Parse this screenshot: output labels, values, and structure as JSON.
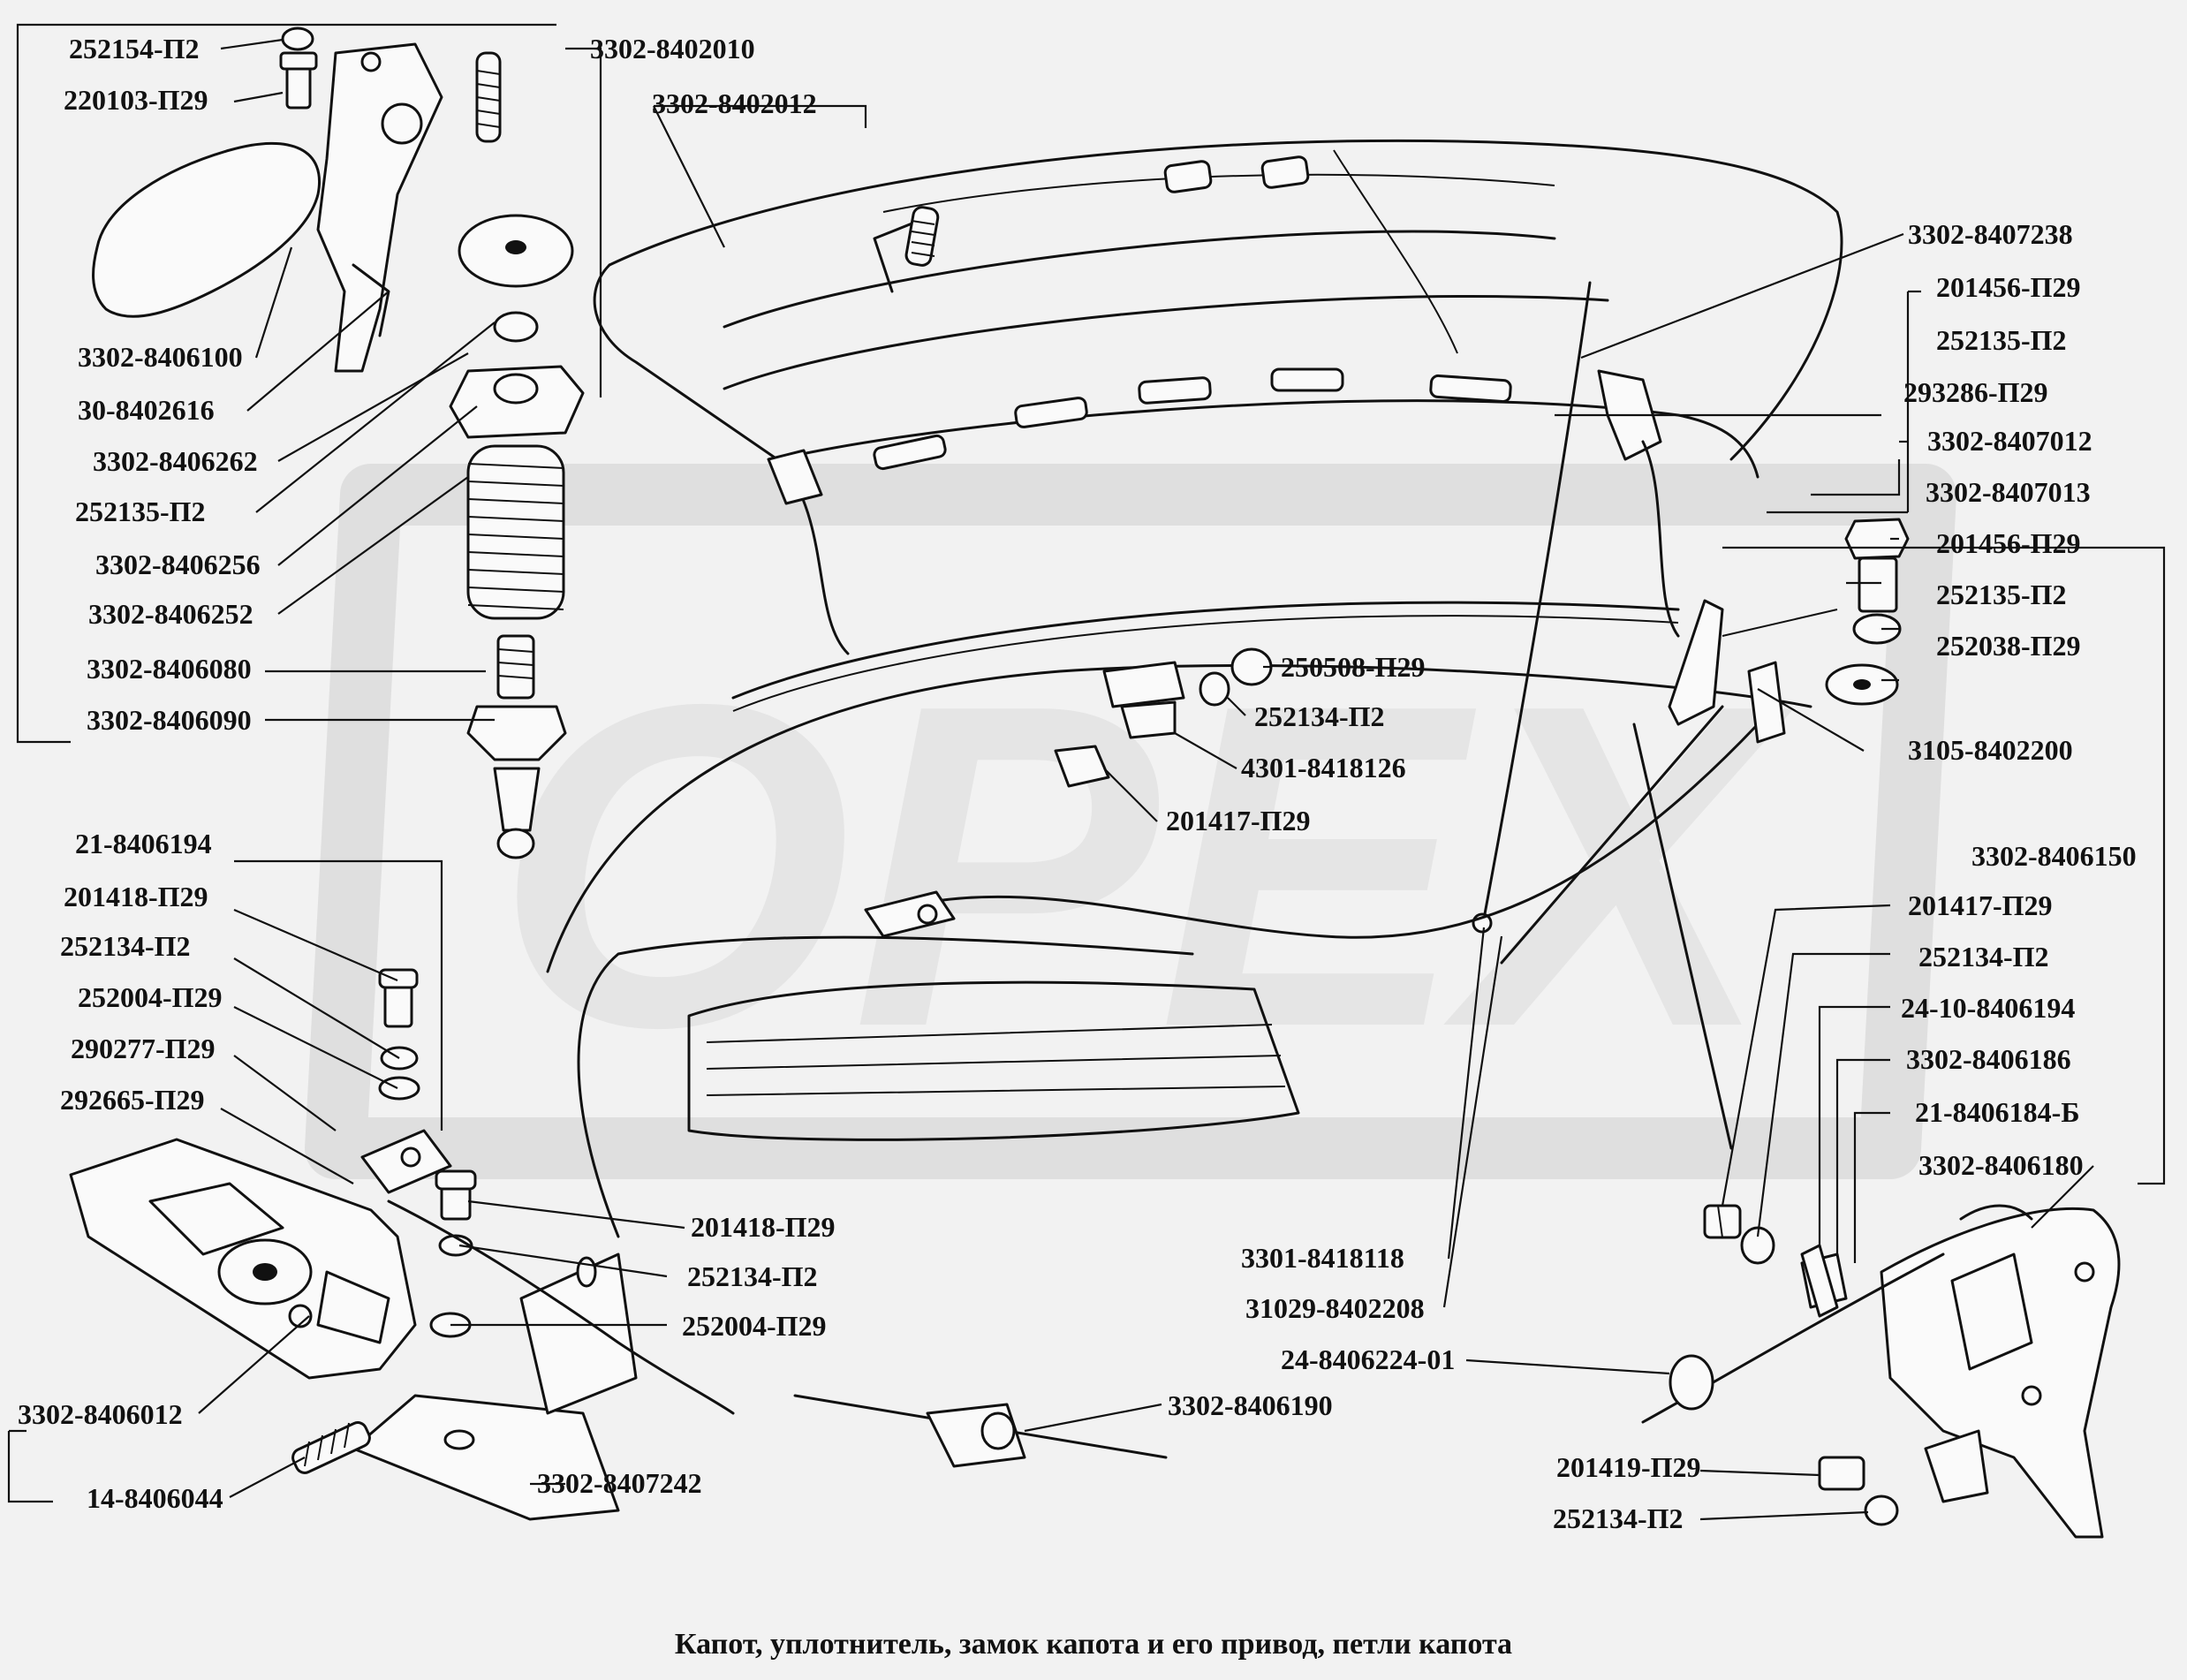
{
  "caption": "Капот, уплотнитель, замок капота и его  привод, петли капота",
  "watermark": "OPEX",
  "colors": {
    "background": "#f2f2f2",
    "ink": "#111111",
    "watermark": "#d4d4d4"
  },
  "labels": {
    "l01": "252154-П2",
    "l02": "220103-П29",
    "l03": "3302-8402010",
    "l04": "3302-8402012",
    "l05": "3302-8406100",
    "l06": "30-8402616",
    "l07": "3302-8406262",
    "l08": "252135-П2",
    "l09": "3302-8406256",
    "l10": "3302-8406252",
    "l11": "3302-8406080",
    "l12": "3302-8406090",
    "l13": "3302-8407238",
    "l14": "201456-П29",
    "l15": "252135-П2",
    "l16": "293286-П29",
    "l17": "3302-8407012",
    "l18": "3302-8407013",
    "l19": "201456-П29",
    "l20": "252135-П2",
    "l21": "252038-П29",
    "l22": "250508-П29",
    "l23": "252134-П2",
    "l24": "4301-8418126",
    "l25": "201417-П29",
    "l26": "3105-8402200",
    "l27": "21-8406194",
    "l28": "201418-П29",
    "l29": "252134-П2",
    "l30": "252004-П29",
    "l31": "290277-П29",
    "l32": "292665-П29",
    "l33": "201418-П29",
    "l34": "252134-П2",
    "l35": "252004-П29",
    "l36": "3302-8406012",
    "l37": "14-8406044",
    "l38": "3302-8407242",
    "l39": "3302-8406190",
    "l40": "3301-8418118",
    "l41": "31029-8402208",
    "l42": "24-8406224-01",
    "l43": "3302-8406150",
    "l44": "201417-П29",
    "l45": "252134-П2",
    "l46": "24-10-8406194",
    "l47": "3302-8406186",
    "l48": "21-8406184-Б",
    "l49": "3302-8406180",
    "l50": "201419-П29",
    "l51": "252134-П2"
  }
}
